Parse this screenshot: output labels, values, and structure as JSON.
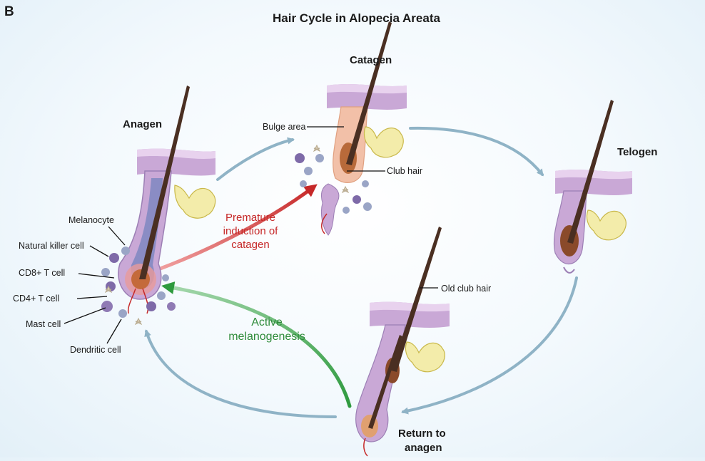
{
  "panel_label": "B",
  "title": "Hair Cycle in Alopecia Areata",
  "stages": {
    "anagen": "Anagen",
    "catagen": "Catagen",
    "telogen": "Telogen",
    "return_line1": "Return to",
    "return_line2": "anagen"
  },
  "cell_labels": {
    "melanocyte": "Melanocyte",
    "nk_cell": "Natural killer cell",
    "cd8": "CD8+ T cell",
    "cd4": "CD4+ T cell",
    "mast": "Mast cell",
    "dendritic": "Dendritic cell"
  },
  "structure_labels": {
    "bulge": "Bulge area",
    "club_hair": "Club hair",
    "old_club_hair": "Old club hair"
  },
  "arrow_labels": {
    "premature_1": "Premature",
    "premature_2": "induction of",
    "premature_3": "catagen",
    "active_1": "Active",
    "active_2": "melanogenesis"
  },
  "colors": {
    "cycle_arrow": "#8fb3c6",
    "red_arrow": "#c62828",
    "green_arrow": "#2e9a3e",
    "skin": "#c9a8d6",
    "gland": "#f3ecaa",
    "hair": "#4a2f22"
  }
}
